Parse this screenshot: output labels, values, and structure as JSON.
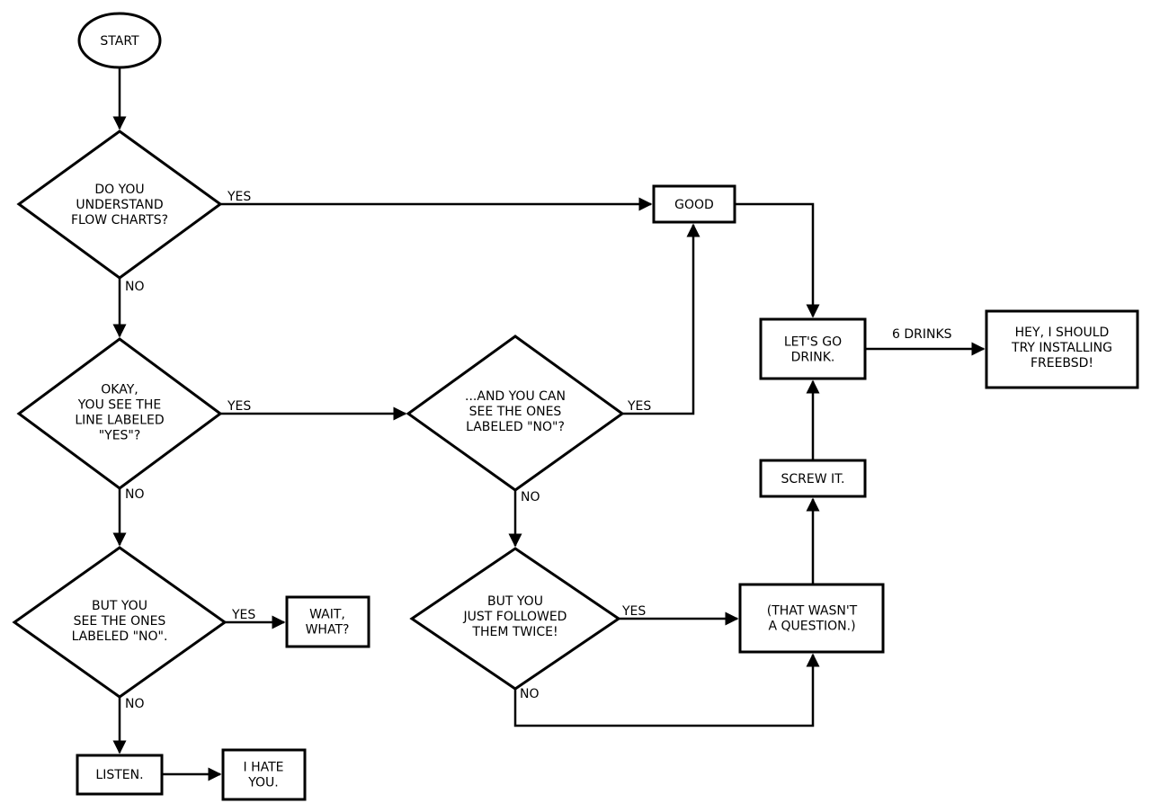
{
  "nodes": {
    "start": {
      "lines": [
        "START"
      ]
    },
    "understand": {
      "lines": [
        "DO YOU",
        "UNDERSTAND",
        "FLOW CHARTS?"
      ]
    },
    "good": {
      "lines": [
        "GOOD"
      ]
    },
    "see_yes": {
      "lines": [
        "OKAY,",
        "YOU SEE THE",
        "LINE LABELED",
        "\"YES\"?"
      ]
    },
    "see_no": {
      "lines": [
        "...AND YOU CAN",
        "SEE THE ONES",
        "LABELED \"NO\"?"
      ]
    },
    "but_see": {
      "lines": [
        "BUT YOU",
        "SEE THE ONES",
        "LABELED \"NO\"."
      ]
    },
    "wait": {
      "lines": [
        "WAIT,",
        "WHAT?"
      ]
    },
    "listen": {
      "lines": [
        "LISTEN."
      ]
    },
    "hate": {
      "lines": [
        "I HATE",
        "YOU."
      ]
    },
    "followed": {
      "lines": [
        "BUT YOU",
        "JUST FOLLOWED",
        "THEM TWICE!"
      ]
    },
    "not_question": {
      "lines": [
        "(THAT WASN'T",
        "A QUESTION.)"
      ]
    },
    "screw": {
      "lines": [
        "SCREW IT."
      ]
    },
    "drink": {
      "lines": [
        "LET'S GO",
        "DRINK."
      ]
    },
    "freebsd": {
      "lines": [
        "HEY, I SHOULD",
        "TRY INSTALLING",
        "FREEBSD!"
      ]
    }
  },
  "edge_labels": {
    "yes": "YES",
    "no": "NO",
    "drinks": "6 DRINKS"
  }
}
